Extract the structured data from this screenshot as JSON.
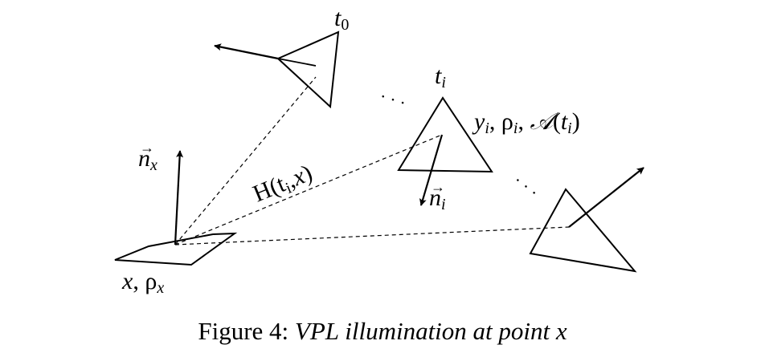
{
  "labels": {
    "t0_base": "t",
    "t0_sub": "0",
    "ti_base": "t",
    "ti_sub": "i",
    "ellipsis_1": "· · ·",
    "ellipsis_2": "· · ·",
    "props_y": "y",
    "props_y_sub": "i",
    "props_rho": "ρ",
    "props_rho_sub": "i",
    "props_A": "𝒜",
    "props_A_arg_base": "t",
    "props_A_arg_sub": "i",
    "normal_x_base": "n",
    "normal_x_sub": "x",
    "normal_x_arrow": "⃗",
    "normal_i_base": "n",
    "normal_i_sub": "i",
    "normal_i_arrow": "⃗",
    "h_func": "H",
    "h_arg1_base": "t",
    "h_arg1_sub": "i",
    "h_arg2": "x",
    "point_x": "x",
    "point_rho": "ρ",
    "point_rho_sub": "x"
  },
  "caption": {
    "prefix": "Figure 4:",
    "text": "VPL illumination at point x"
  }
}
